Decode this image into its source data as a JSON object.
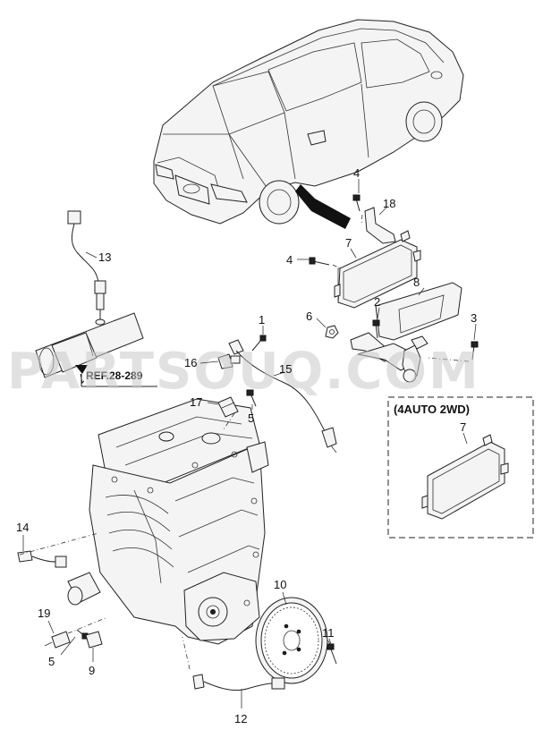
{
  "watermark": "PARTSOUQ.COM",
  "reference": "REF.28-289",
  "inset_title": "(4AUTO 2WD)",
  "callouts": {
    "c1": "1",
    "c2": "2",
    "c3": "3",
    "c4a": "4",
    "c4b": "4",
    "c5a": "5",
    "c5b": "5",
    "c6": "6",
    "c7": "7",
    "c7b": "7",
    "c8": "8",
    "c9": "9",
    "c10": "10",
    "c11": "11",
    "c12": "12",
    "c13": "13",
    "c14": "14",
    "c15": "15",
    "c16": "16",
    "c17": "17",
    "c18": "18",
    "c19": "19"
  }
}
